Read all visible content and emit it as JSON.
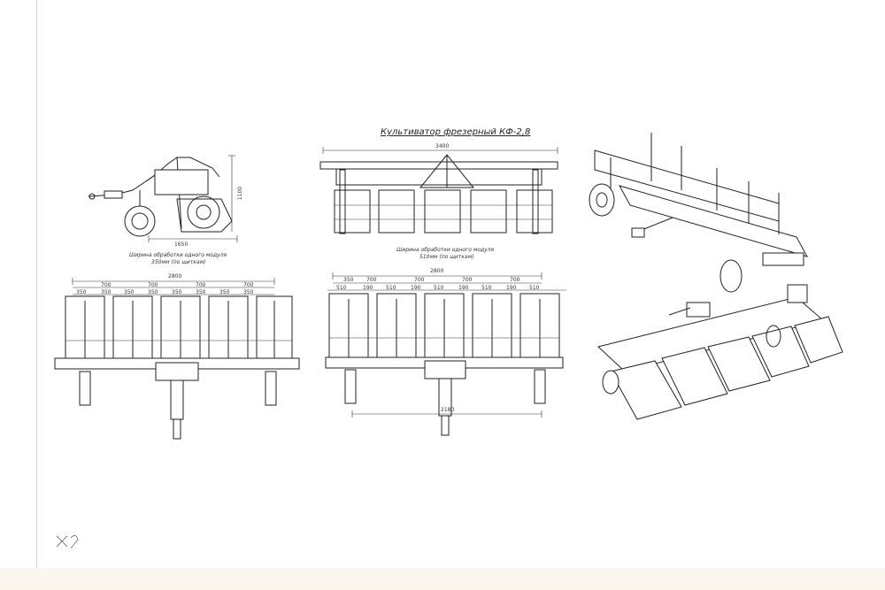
{
  "drawing": {
    "title": "Культиватор фрезерный КФ-2,8",
    "side_view": {
      "width_dim": "1650",
      "height_dim": "1100"
    },
    "top_view": {
      "width_dim": "3400"
    },
    "front_left": {
      "caption_line1": "Ширина обработки одного модуля",
      "caption_line2": "350мм (по щиткам)",
      "overall_dim": "2800",
      "section_dims": [
        "700",
        "700",
        "700",
        "700"
      ],
      "sub_dims": [
        "350",
        "350",
        "350",
        "350",
        "350",
        "350",
        "350",
        "350"
      ]
    },
    "front_right": {
      "caption_line1": "Ширина обработки одного модуля",
      "caption_line2": "510мм (по щиткам)",
      "overall_dim": "2800",
      "section_dims": [
        "350",
        "700",
        "700",
        "700",
        "700"
      ],
      "sub_dims": [
        "510",
        "190",
        "510",
        "190",
        "510",
        "190",
        "510",
        "190",
        "510"
      ],
      "wheel_dim": "2180"
    },
    "handwritten_mark": "x2"
  },
  "colors": {
    "line": "#222222",
    "margin_rule": "#c9d3e6",
    "bottom_strip": "#fbf6ee"
  }
}
